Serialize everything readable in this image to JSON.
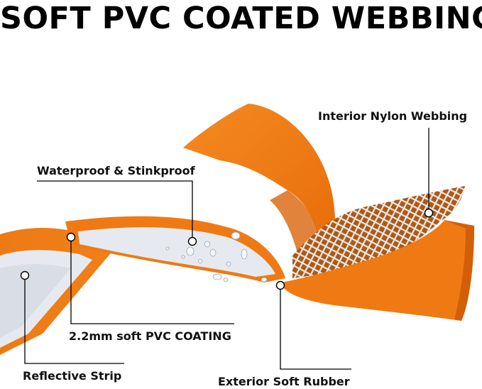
{
  "title": "SOFT PVC COATED WEBBING",
  "labels": {
    "interior_nylon": "Interior Nylon Webbing",
    "waterproof": "Waterproof & Stinkproof",
    "coating": "2.2mm soft PVC COATING",
    "reflective": "Reflective Strip",
    "exterior_rubber": "Exterior Soft Rubber"
  },
  "colors": {
    "orange": "#f07a12",
    "orange_dark": "#c85a06",
    "reflective": "#e4e8ee",
    "mesh": "#f3e7dc",
    "line": "#000000"
  }
}
